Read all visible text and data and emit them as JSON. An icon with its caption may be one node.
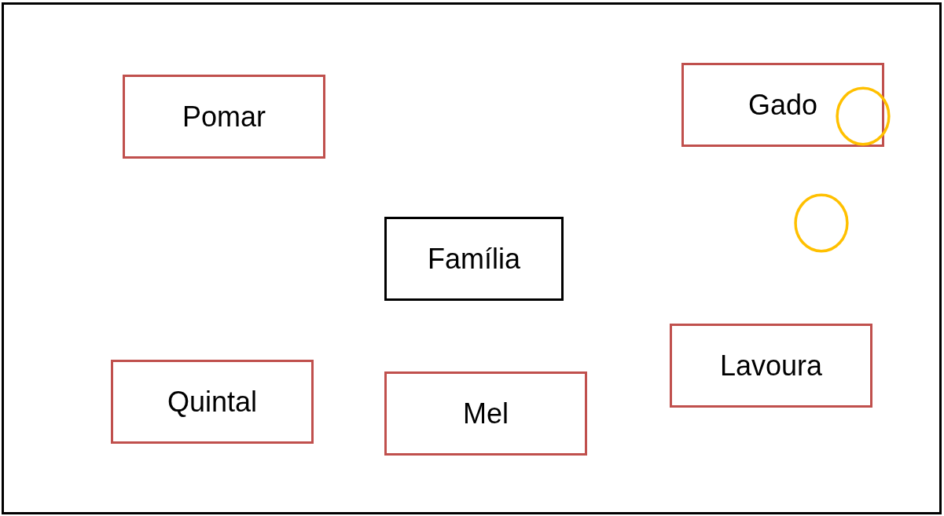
{
  "diagram": {
    "nodes": [
      {
        "text": [
          "Pomar"
        ]
      },
      {
        "text": [
          "Gado"
        ]
      },
      {
        "text": [],
        "shape": "circle"
      },
      {
        "text": [
          "Família"
        ]
      },
      {
        "text": [],
        "shape": "circle"
      },
      {
        "text": [
          "Lavoura"
        ]
      },
      {
        "text": [
          "Quintal"
        ]
      },
      {
        "text": [
          "Mel"
        ]
      }
    ]
  }
}
